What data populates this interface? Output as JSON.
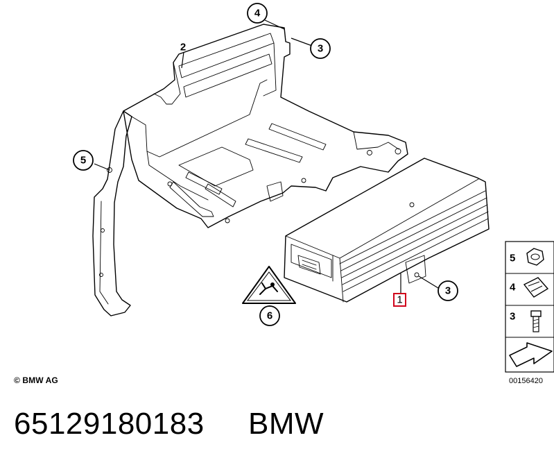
{
  "callouts": {
    "bracket_upper": "2",
    "clip_top": "4",
    "bolt_top": "3",
    "nut_left": "5",
    "amplifier_box": "1",
    "bolt_right": "3",
    "warning_label": "6"
  },
  "legend": {
    "nut": "5",
    "clip": "4",
    "bolt": "3"
  },
  "copyright": "© BMW AG",
  "drawing_number": "00156420",
  "part_number": "65129180183",
  "brand": "BMW",
  "highlight_color": "#d0021b"
}
